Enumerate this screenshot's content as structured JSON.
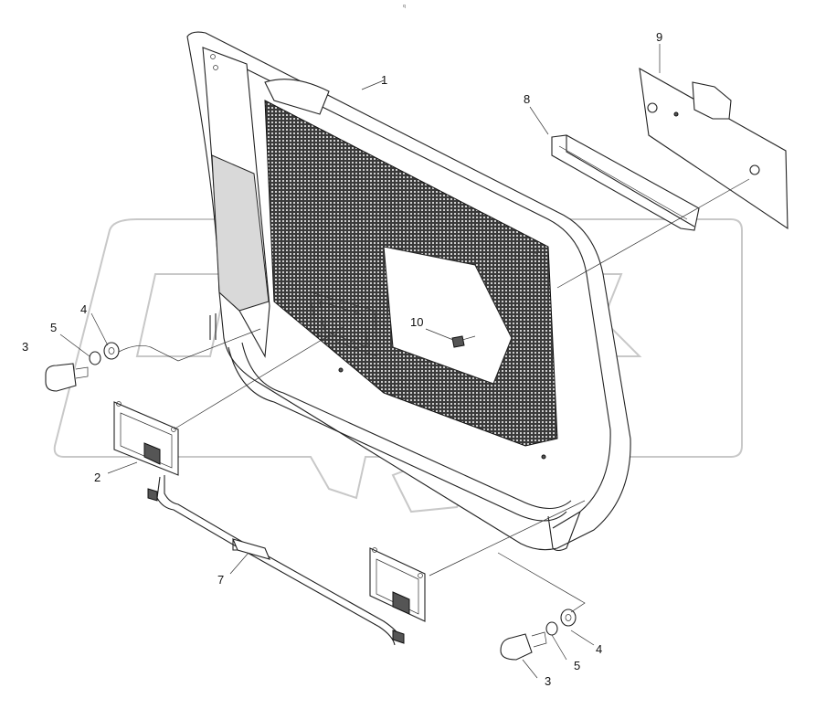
{
  "header": {
    "corner_text": "q"
  },
  "callouts": {
    "c1": "1",
    "c2": "2",
    "c3a": "3",
    "c3b": "3",
    "c4a": "4",
    "c4b": "4",
    "c5a": "5",
    "c5b": "5",
    "c7": "7",
    "c8": "8",
    "c9": "9",
    "c10": "10"
  },
  "watermark": {
    "text": "OPEX"
  },
  "colors": {
    "line": "#222222",
    "mesh": "#555555",
    "watermark": "#c8c8c8"
  }
}
